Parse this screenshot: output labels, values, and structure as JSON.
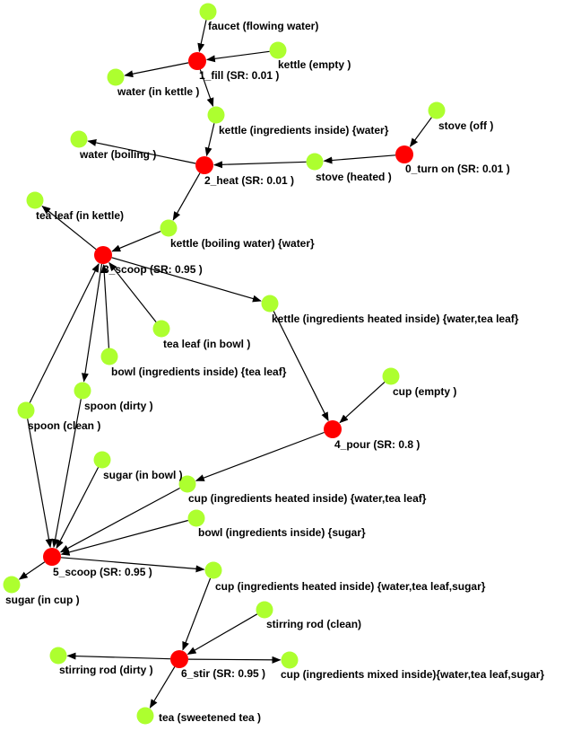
{
  "colors": {
    "action_node": "#ff0000",
    "state_node": "#adff2f",
    "edge": "#000000",
    "label": "#000000",
    "background": "#ffffff"
  },
  "nodes": [
    {
      "id": "faucet",
      "kind": "state",
      "label": "faucet (flowing water)"
    },
    {
      "id": "fill",
      "kind": "action",
      "label": "1_fill (SR: 0.01 )"
    },
    {
      "id": "kettle_empty",
      "kind": "state",
      "label": "kettle (empty )"
    },
    {
      "id": "water_kettle",
      "kind": "state",
      "label": "water (in kettle )"
    },
    {
      "id": "kettle_water",
      "kind": "state",
      "label": "kettle (ingredients inside) {water}"
    },
    {
      "id": "stove_off",
      "kind": "state",
      "label": "stove (off )"
    },
    {
      "id": "turn_on",
      "kind": "action",
      "label": "0_turn on (SR: 0.01 )"
    },
    {
      "id": "stove_heated",
      "kind": "state",
      "label": "stove (heated )"
    },
    {
      "id": "water_boiling",
      "kind": "state",
      "label": "water (boiling )"
    },
    {
      "id": "heat",
      "kind": "action",
      "label": "2_heat (SR: 0.01 )"
    },
    {
      "id": "kettle_boiling",
      "kind": "state",
      "label": "kettle (boiling water) {water}"
    },
    {
      "id": "tealeaf_kettle",
      "kind": "state",
      "label": "tea leaf (in kettle)"
    },
    {
      "id": "scoop3",
      "kind": "action",
      "label": "3_scoop (SR: 0.95 )"
    },
    {
      "id": "kettle_heated_tea",
      "kind": "state",
      "label": "kettle (ingredients heated inside) {water,tea leaf}"
    },
    {
      "id": "tealeaf_bowl",
      "kind": "state",
      "label": "tea leaf (in bowl )"
    },
    {
      "id": "bowl_tea",
      "kind": "state",
      "label": "bowl (ingredients inside) {tea leaf}"
    },
    {
      "id": "spoon_dirty",
      "kind": "state",
      "label": "spoon (dirty )"
    },
    {
      "id": "spoon_clean",
      "kind": "state",
      "label": "spoon (clean )"
    },
    {
      "id": "cup_empty",
      "kind": "state",
      "label": "cup (empty )"
    },
    {
      "id": "pour",
      "kind": "action",
      "label": "4_pour (SR: 0.8 )"
    },
    {
      "id": "sugar_bowl",
      "kind": "state",
      "label": "sugar (in bowl )"
    },
    {
      "id": "cup_heated_tea",
      "kind": "state",
      "label": "cup (ingredients heated inside) {water,tea leaf}"
    },
    {
      "id": "bowl_sugar",
      "kind": "state",
      "label": "bowl (ingredients inside) {sugar}"
    },
    {
      "id": "scoop5",
      "kind": "action",
      "label": "5_scoop (SR: 0.95 )"
    },
    {
      "id": "sugar_cup",
      "kind": "state",
      "label": "sugar (in cup )"
    },
    {
      "id": "cup_heated_sugar",
      "kind": "state",
      "label": "cup (ingredients heated inside) {water,tea leaf,sugar}"
    },
    {
      "id": "rod_clean",
      "kind": "state",
      "label": "stirring rod (clean)"
    },
    {
      "id": "stir",
      "kind": "action",
      "label": "6_stir (SR: 0.95 )"
    },
    {
      "id": "rod_dirty",
      "kind": "state",
      "label": "stirring rod (dirty )"
    },
    {
      "id": "cup_mixed",
      "kind": "state",
      "label": "cup (ingredients mixed inside){water,tea leaf,sugar}"
    },
    {
      "id": "tea_sweet",
      "kind": "state",
      "label": "tea (sweetened tea )"
    }
  ],
  "edges": [
    {
      "from": "faucet",
      "to": "fill"
    },
    {
      "from": "kettle_empty",
      "to": "fill"
    },
    {
      "from": "fill",
      "to": "water_kettle"
    },
    {
      "from": "fill",
      "to": "kettle_water"
    },
    {
      "from": "stove_off",
      "to": "turn_on"
    },
    {
      "from": "turn_on",
      "to": "stove_heated"
    },
    {
      "from": "stove_heated",
      "to": "heat"
    },
    {
      "from": "kettle_water",
      "to": "heat"
    },
    {
      "from": "heat",
      "to": "water_boiling"
    },
    {
      "from": "heat",
      "to": "kettle_boiling"
    },
    {
      "from": "kettle_boiling",
      "to": "scoop3"
    },
    {
      "from": "scoop3",
      "to": "tealeaf_kettle"
    },
    {
      "from": "scoop3",
      "to": "kettle_heated_tea"
    },
    {
      "from": "tealeaf_bowl",
      "to": "scoop3"
    },
    {
      "from": "bowl_tea",
      "to": "scoop3"
    },
    {
      "from": "scoop3",
      "to": "spoon_dirty"
    },
    {
      "from": "spoon_clean",
      "to": "scoop3"
    },
    {
      "from": "kettle_heated_tea",
      "to": "pour"
    },
    {
      "from": "cup_empty",
      "to": "pour"
    },
    {
      "from": "pour",
      "to": "cup_heated_tea"
    },
    {
      "from": "cup_heated_tea",
      "to": "scoop5"
    },
    {
      "from": "sugar_bowl",
      "to": "scoop5"
    },
    {
      "from": "bowl_sugar",
      "to": "scoop5"
    },
    {
      "from": "spoon_dirty",
      "to": "scoop5"
    },
    {
      "from": "spoon_clean",
      "to": "scoop5"
    },
    {
      "from": "scoop5",
      "to": "sugar_cup"
    },
    {
      "from": "scoop5",
      "to": "cup_heated_sugar"
    },
    {
      "from": "cup_heated_sugar",
      "to": "stir"
    },
    {
      "from": "rod_clean",
      "to": "stir"
    },
    {
      "from": "stir",
      "to": "rod_dirty"
    },
    {
      "from": "stir",
      "to": "cup_mixed"
    },
    {
      "from": "stir",
      "to": "tea_sweet"
    }
  ]
}
